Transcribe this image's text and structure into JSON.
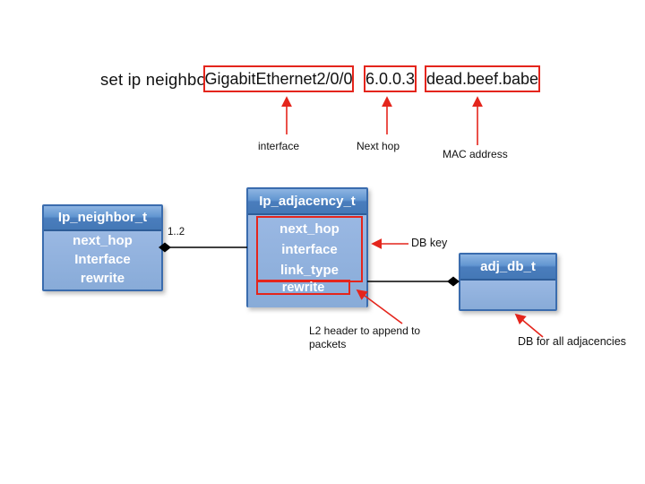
{
  "colors": {
    "accent_blue": "#4478b6",
    "body_blue": "#8fb1dd",
    "annotation_red": "#e4251c",
    "line_black": "#000000"
  },
  "command": {
    "prefix": "set ip neighbor",
    "args": [
      {
        "value": "GigabitEthernet2/0/0",
        "label": "interface"
      },
      {
        "value": "6.0.0.3",
        "label": "Next hop"
      },
      {
        "value": "dead.beef.babe",
        "label": "MAC address"
      }
    ]
  },
  "entities": {
    "neighbor": {
      "title": "Ip_neighbor_t",
      "fields": [
        "next_hop",
        "Interface",
        "rewrite"
      ]
    },
    "adjacency": {
      "title": "Ip_adjacency_t",
      "key_fields": [
        "next_hop",
        "interface",
        "link_type"
      ],
      "rewrite_field": "rewrite"
    },
    "adj_db": {
      "title": "adj_db_t"
    }
  },
  "relations": {
    "neighbor_to_adjacency": {
      "multiplicity": "1..2"
    }
  },
  "annotations": {
    "db_key": "DB key",
    "l2_header": "L2 header to append to packets",
    "db_for_all": "DB for all adjacencies"
  }
}
